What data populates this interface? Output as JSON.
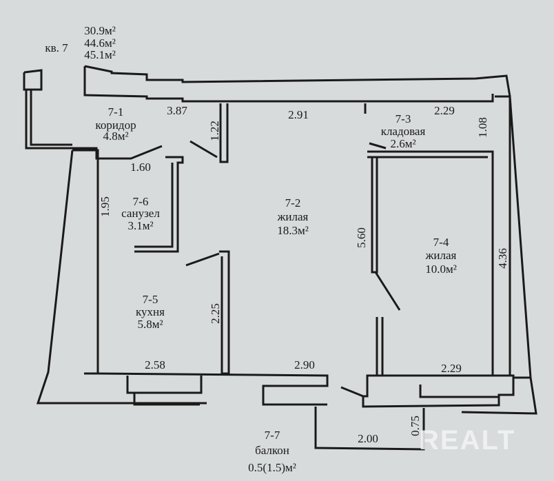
{
  "header": {
    "apartment": "кв. 7",
    "areas": [
      "30.9м²",
      "44.6м²",
      "45.1м²"
    ]
  },
  "rooms": [
    {
      "id": "7-1",
      "name": "коридор",
      "area": "4.8м²"
    },
    {
      "id": "7-2",
      "name": "жилая",
      "area": "18.3м²"
    },
    {
      "id": "7-3",
      "name": "кладовая",
      "area": "2.6м²"
    },
    {
      "id": "7-4",
      "name": "жилая",
      "area": "10.0м²"
    },
    {
      "id": "7-5",
      "name": "кухня",
      "area": "5.8м²"
    },
    {
      "id": "7-6",
      "name": "санузел",
      "area": "3.1м²"
    },
    {
      "id": "7-7",
      "name": "балкон",
      "area": "0.5(1.5)м²"
    }
  ],
  "dimensions": {
    "d387": "3.87",
    "d122": "1.22",
    "d291": "2.91",
    "d229top": "2.29",
    "d108": "1.08",
    "d160": "1.60",
    "d195": "1.95",
    "d560": "5.60",
    "d436": "4.36",
    "d225": "2.25",
    "d258": "2.58",
    "d290": "2.90",
    "d229bot": "2.29",
    "d200": "2.00",
    "d075": "0.75"
  },
  "watermark": "REALT"
}
